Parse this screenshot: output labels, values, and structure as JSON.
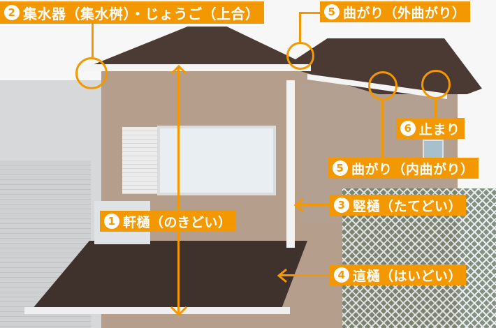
{
  "colors": {
    "accent": "#f39800",
    "label_text": "#ffffff",
    "roof": "#4a3a33",
    "wall": "#b7a08e",
    "gutter": "#f4f4f4"
  },
  "labels": [
    {
      "id": "1",
      "number": "1",
      "text": "軒樋（のきどい）"
    },
    {
      "id": "2",
      "number": "2",
      "text": "集水器（集水桝）・じょうご（上合）"
    },
    {
      "id": "3",
      "number": "3",
      "text": "竪樋（たてどい）"
    },
    {
      "id": "4",
      "number": "4",
      "text": "這樋（はいどい）"
    },
    {
      "id": "5a",
      "number": "5",
      "text": "曲がり（外曲がり）"
    },
    {
      "id": "5b",
      "number": "5",
      "text": "曲がり（内曲がり）"
    },
    {
      "id": "6",
      "number": "6",
      "text": "止まり"
    }
  ]
}
